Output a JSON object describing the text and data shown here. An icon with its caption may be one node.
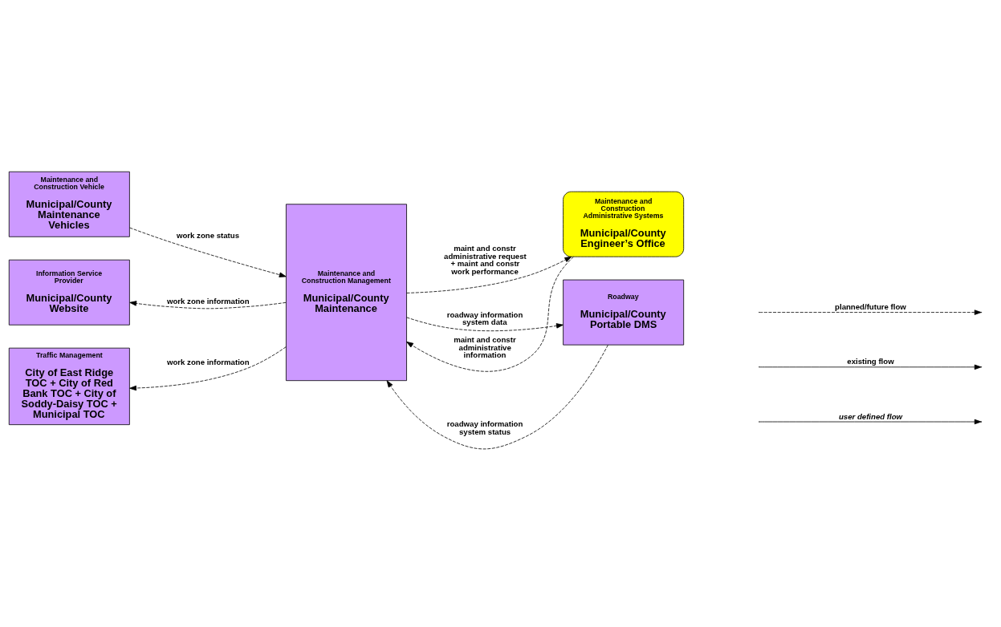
{
  "diagram": {
    "nodes": [
      {
        "text": [
          "Maintenance and Construction Vehicle",
          "Municipal/County Maintenance Vehicles"
        ]
      },
      {
        "text": [
          "Information Service Provider",
          "Municipal/County Website"
        ]
      },
      {
        "text": [
          "Traffic Management",
          "City of East Ridge TOC + City of Red Bank TOC + City of Soddy-Daisy TOC + Municipal TOC"
        ]
      },
      {
        "text": [
          "Maintenance and Construction Management",
          "Municipal/County Maintenance"
        ]
      },
      {
        "text": [
          "Maintenance and Construction Administrative Systems",
          "Municipal/County Engineer’s Office"
        ]
      },
      {
        "text": [
          "Roadway",
          "Municipal/County Portable DMS"
        ]
      }
    ],
    "edges": [
      {
        "from": 0,
        "to": 3,
        "arrow": "to",
        "label": "work zone status",
        "style": "dashed"
      },
      {
        "from": 3,
        "to": 1,
        "arrow": "to",
        "label": "work zone information",
        "style": "dashed"
      },
      {
        "from": 3,
        "to": 2,
        "arrow": "to",
        "label": "work zone information",
        "style": "dashed"
      },
      {
        "from": 3,
        "to": 4,
        "arrow": "to",
        "label": "maint and constr administrative request + maint and constr work performance",
        "style": "dashed"
      },
      {
        "from": 4,
        "to": 3,
        "arrow": "to",
        "label": "maint and constr administrative information",
        "style": "dashed"
      },
      {
        "from": 5,
        "to": 3,
        "arrow": "to",
        "label": "roadway information system status",
        "style": "dashed"
      },
      {
        "from": 3,
        "to": 5,
        "arrow": "to",
        "label": "roadway information system data",
        "style": "dashed"
      }
    ],
    "legend": [
      {
        "text": "planned/future flow"
      },
      {
        "text": "existing flow"
      },
      {
        "text": "user defined flow"
      }
    ]
  }
}
